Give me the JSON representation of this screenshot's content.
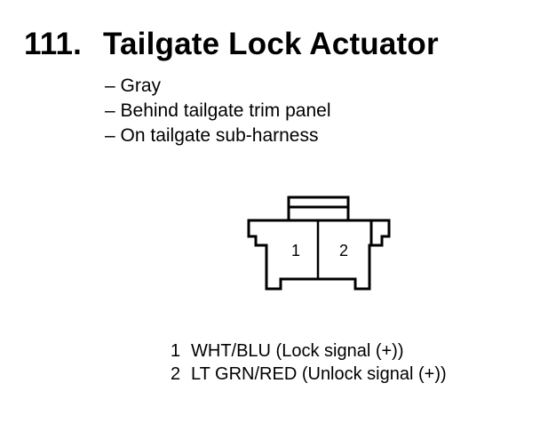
{
  "component": {
    "number": "111.",
    "name": "Tailgate Lock Actuator"
  },
  "notes": [
    "– Gray",
    "– Behind tailgate trim panel",
    "– On tailgate sub-harness"
  ],
  "connector": {
    "cavity_labels": [
      "1",
      "2"
    ]
  },
  "pinout": [
    {
      "pin": "1",
      "description": "WHT/BLU (Lock signal (+))"
    },
    {
      "pin": "2",
      "description": "LT GRN/RED (Unlock signal (+))"
    }
  ]
}
